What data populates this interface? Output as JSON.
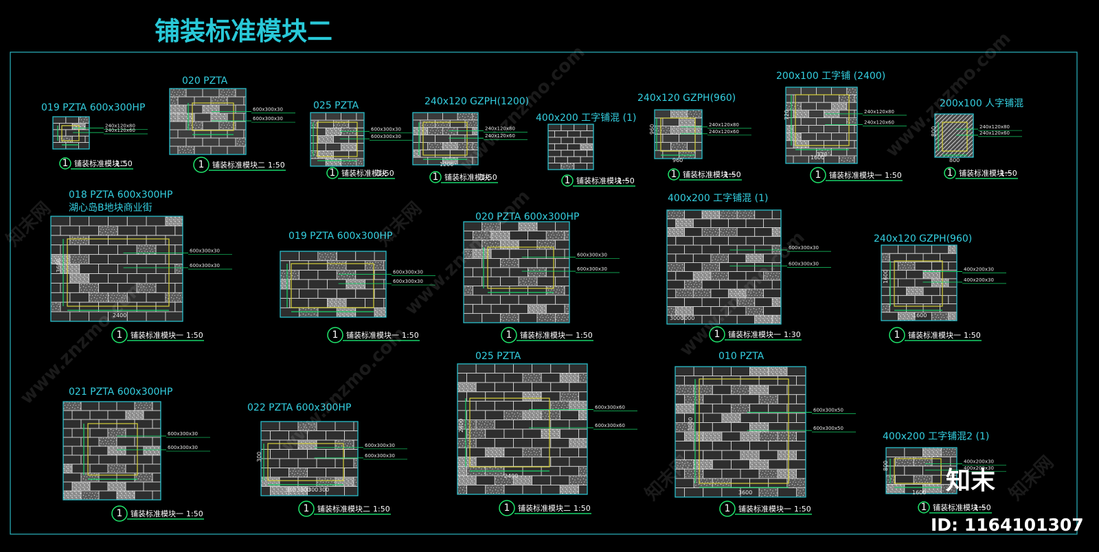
{
  "title": "铺装标准模块二",
  "blocks": [
    {
      "id": "b01",
      "label": "019 PZTA 600x300HP",
      "notes": [
        "240x120x80",
        "240x120x60"
      ],
      "caption_num": "1",
      "caption_text": "铺装标准模块二",
      "scale": "1:50",
      "dims": []
    },
    {
      "id": "b02",
      "label": "020 PZTA",
      "notes": [
        "600x300x30",
        "600x300x30"
      ],
      "caption_num": "1",
      "caption_text": "铺装标准模块二",
      "scale": "1:50",
      "dims": []
    },
    {
      "id": "b03",
      "label": "025 PZTA",
      "notes": [
        "600x300x30",
        "600x300x30"
      ],
      "caption_num": "1",
      "caption_text": "铺装标准模块",
      "scale": "1:50",
      "dims": []
    },
    {
      "id": "b04",
      "label": "240x120 GZPH(1200)",
      "notes": [
        "240x120x80",
        "240x120x60"
      ],
      "caption_num": "1",
      "caption_text": "铺装标准模块",
      "scale": "1:50",
      "dims": [
        "1200"
      ]
    },
    {
      "id": "b05",
      "label": "400x200 工字铺混 (1)",
      "notes": [],
      "caption_num": "1",
      "caption_text": "铺装标准模块一",
      "scale": "1:50",
      "dims": []
    },
    {
      "id": "b06",
      "label": "240x120 GZPH(960)",
      "notes": [
        "240x120x80",
        "240x120x60"
      ],
      "caption_num": "1",
      "caption_text": "铺装标准模块一",
      "scale": "1:50",
      "dims": [
        "960",
        "960"
      ]
    },
    {
      "id": "b07",
      "label": "200x100 工字铺 (2400)",
      "notes": [
        "240x120x80",
        "240x120x60"
      ],
      "caption_num": "1",
      "caption_text": "铺装标准模块一",
      "scale": "1:50",
      "dims": [
        "720",
        "720",
        "1600"
      ]
    },
    {
      "id": "b08",
      "label": "200x100 人字铺混",
      "notes": [
        "240x120x80",
        "240x120x60"
      ],
      "caption_num": "1",
      "caption_text": "铺装标准模块一",
      "scale": "1:50",
      "dims": [
        "800",
        "800"
      ]
    },
    {
      "id": "b09",
      "label": "018 PZTA 600x300HP",
      "sublabel": "湖心岛B地块商业街",
      "notes": [
        "600x300x30",
        "600x300x30"
      ],
      "caption_num": "1",
      "caption_text": "铺装标准模块一",
      "scale": "1:50",
      "dims": [
        "2400",
        "3600"
      ]
    },
    {
      "id": "b10",
      "label": "019 PZTA 600x300HP",
      "notes": [
        "600x300x30",
        "600x300x30"
      ],
      "caption_num": "1",
      "caption_text": "铺装标准模块一",
      "scale": "1:50",
      "dims": []
    },
    {
      "id": "b11",
      "label": "020 PZTA 600x300HP",
      "notes": [
        "600x300x30",
        "600x300x30"
      ],
      "caption_num": "1",
      "caption_text": "铺装标准模块一",
      "scale": "1:50",
      "dims": []
    },
    {
      "id": "b12",
      "label": "400x200 工字铺混 (1)",
      "notes": [
        "600x300x30",
        "600x300x30"
      ],
      "caption_num": "1",
      "caption_text": "铺装标准模块一",
      "scale": "1:30",
      "dims": [
        "3000",
        "3000"
      ]
    },
    {
      "id": "b13",
      "label": "240x120 GZPH(960)",
      "notes": [
        "400x200x30",
        "400x200x30"
      ],
      "caption_num": "1",
      "caption_text": "铺装标准模块一",
      "scale": "1:50",
      "dims": [
        "1600",
        "1600"
      ]
    },
    {
      "id": "b14",
      "label": "021 PZTA 600x300HP",
      "notes": [
        "600x300x30",
        "600x300x30"
      ],
      "caption_num": "1",
      "caption_text": "铺装标准模块一",
      "scale": "1:50",
      "dims": []
    },
    {
      "id": "b15",
      "label": "022 PZTA 600x300HP",
      "notes": [
        "600x300x30",
        "600x300x30"
      ],
      "caption_num": "1",
      "caption_text": "铺装标准模块二",
      "scale": "1:50",
      "dims": [
        "300",
        "300",
        "300",
        "300",
        "300",
        "300"
      ]
    },
    {
      "id": "b16",
      "label": "025 PZTA",
      "notes": [
        "600x300x60",
        "600x300x60"
      ],
      "caption_num": "1",
      "caption_text": "铺装标准模块二",
      "scale": "1:50",
      "dims": [
        "2400",
        "2400"
      ]
    },
    {
      "id": "b17",
      "label": "010 PZTA",
      "notes": [
        "600x300x50",
        "600x300x50"
      ],
      "caption_num": "1",
      "caption_text": "铺装标准模块一",
      "scale": "1:50",
      "dims": [
        "3600",
        "3000"
      ]
    },
    {
      "id": "b18",
      "label": "400x200 工字铺混2 (1)",
      "notes": [
        "400x200x30",
        "400x200x30"
      ],
      "caption_num": "1",
      "caption_text": "铺装标准模块一",
      "scale": "1:50",
      "dims": [
        "1600",
        "800"
      ]
    }
  ],
  "watermark": {
    "site": "www.znzmo.com",
    "brand": "知末网",
    "logo": "知末",
    "id_text": "ID: 1164101307"
  },
  "colors": {
    "background": "#000000",
    "frame": "#2bb6c2",
    "label": "#34cfe0",
    "highlight": "#d8d23a",
    "leader": "#17d46a",
    "brick_line": "#d9d9d9"
  }
}
